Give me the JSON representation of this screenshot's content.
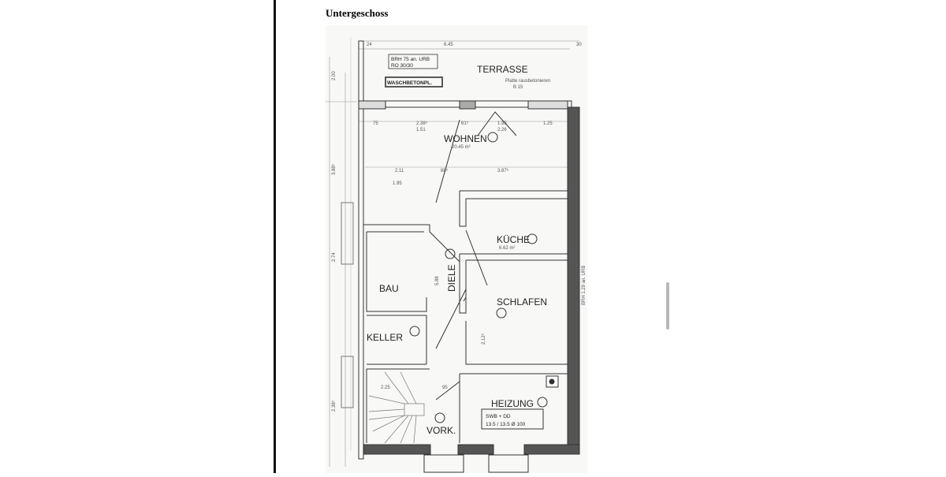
{
  "document": {
    "heading": "Untergeschoss"
  },
  "floor_plan": {
    "rooms": {
      "terrasse": "TERRASSE",
      "wohnen": "WOHNEN",
      "kueche": "KÜCHE",
      "diele": "DIELE",
      "bad": "BAU",
      "schlafen": "SCHLAFEN",
      "keller": "KELLER",
      "heizung": "HEIZUNG",
      "vork": "VORK."
    },
    "annotations": {
      "brh_line1": "BRH 75   an. URB",
      "brh_line2": "RO 30/30",
      "waschbeton": "WASCHBETONPL.",
      "terrasse_note": "Platte rausbetonieren",
      "terrasse_note2": "B 15",
      "wohnen_area": "20.45 m²",
      "kueche_area": "6.62 m²",
      "swb_line1": "SWB + DD",
      "swb_line2": "13.5 / 13.5 Ø 100",
      "brh_right": "BRH 1.29  an. URB"
    },
    "dimensions": {
      "top": "6.45",
      "top_right": "30",
      "top_left": "24",
      "d1": "75",
      "d2": "2.38⁵",
      "d3": "1.51",
      "d4": "61⁵",
      "d5": "1.95",
      "d6": "2.26",
      "d7": "1.25",
      "d8": "2.11",
      "d9": "88⁵",
      "d10": "3.87⁵",
      "d11": "1.95",
      "d12": "5.88",
      "d13": "2.12⁵",
      "d14": "95",
      "d15": "2.25",
      "side1": "2.00",
      "side2": "3.88⁵",
      "side3": "2.74",
      "side4": "2.38⁵"
    }
  }
}
